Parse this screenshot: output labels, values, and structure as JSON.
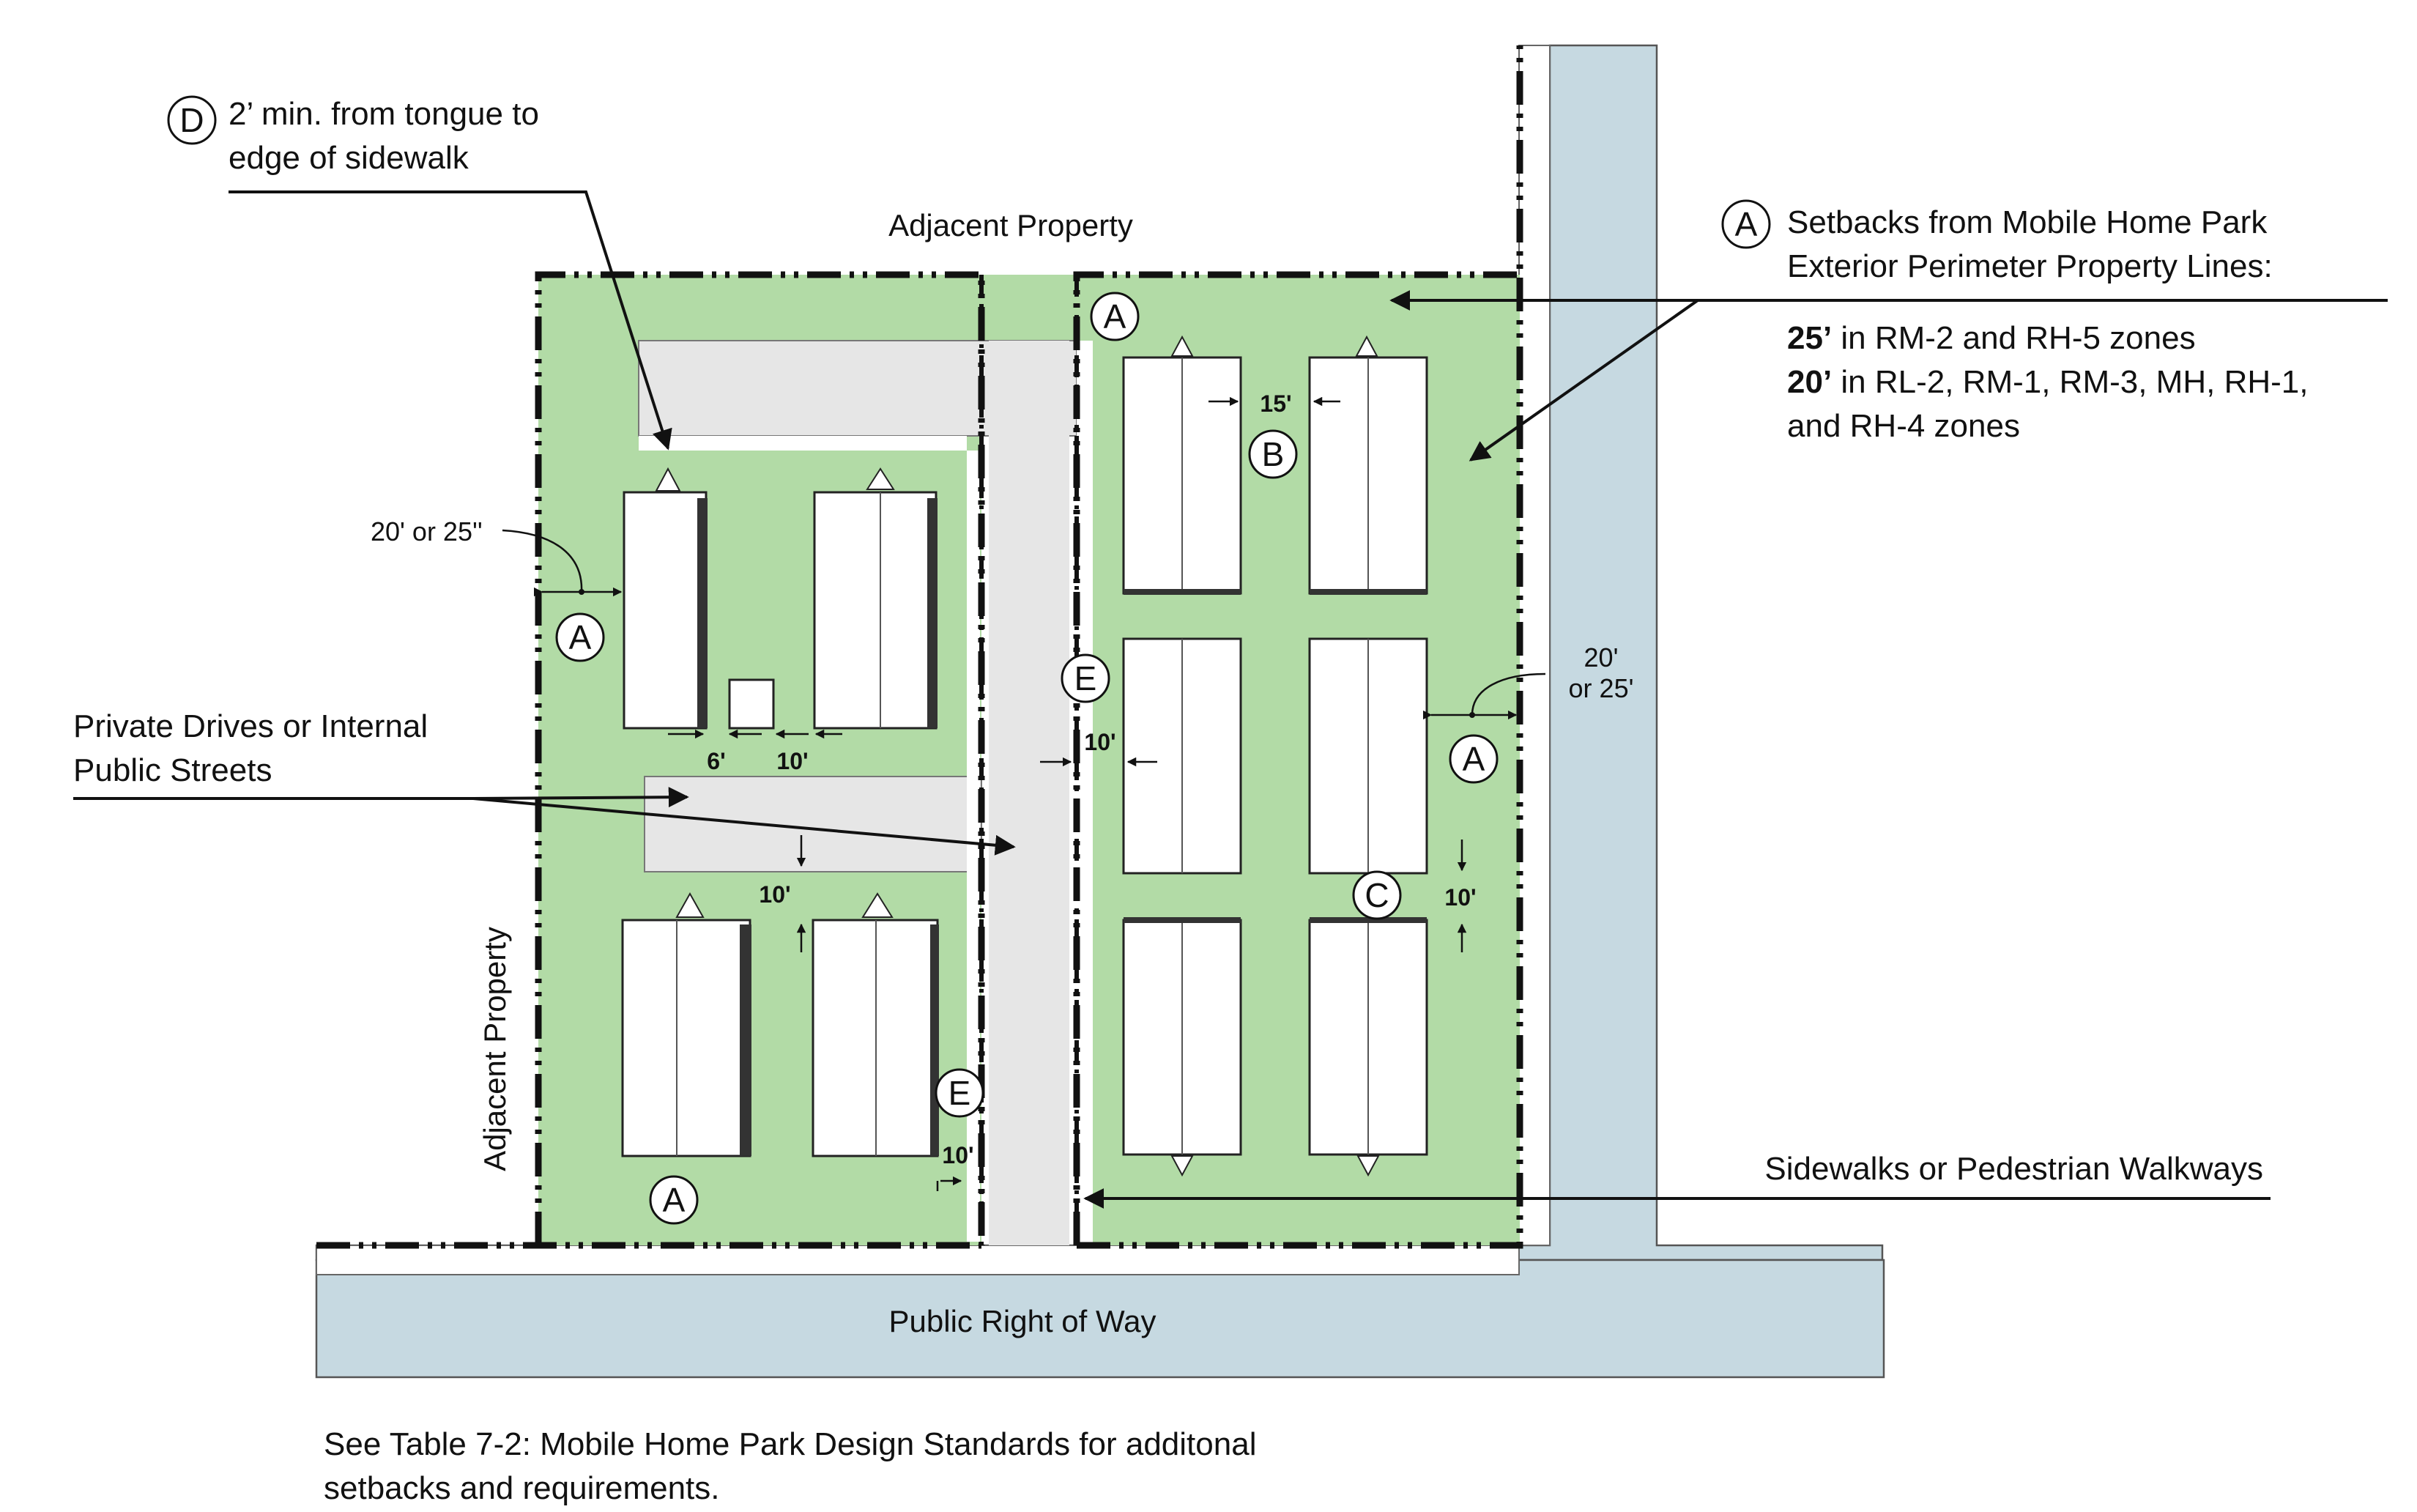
{
  "labels": {
    "adjacent_top": "Adjacent Property",
    "adjacent_left": "Adjacent Property",
    "public_row": "Public Right of Way",
    "footnote_line1": "See Table 7-2: Mobile Home Park Design Standards for additonal",
    "footnote_line2": "setbacks and requirements."
  },
  "callouts": {
    "d_line1": "2’ min. from tongue to",
    "d_line2": "edge of sidewalk",
    "a_line1": "Setbacks from Mobile Home Park",
    "a_line2": "Exterior Perimeter Property Lines:",
    "a_25_bold": "25’",
    "a_25_rest": " in RM-2 and RH-5 zones",
    "a_20_bold": "20’",
    "a_20_rest": " in RL-2, RM-1, RM-3, MH, RH-1,",
    "a_20_rest2": "and RH-4 zones",
    "drives_line1": "Private Drives or Internal",
    "drives_line2": "Public Streets",
    "sidewalks": "Sidewalks or Pedestrian Walkways"
  },
  "markers": {
    "a": "A",
    "b": "B",
    "c": "C",
    "d": "D",
    "e": "E"
  },
  "dimensions": {
    "left_setback_label": "20' or 25''",
    "right_setback_line1": "20'",
    "right_setback_line2": "or 25'",
    "d6": "6'",
    "d10": "10'",
    "d15": "15'"
  },
  "colors": {
    "lot_green": "#b2dba6",
    "drive_gray": "#e6e6e6",
    "row_blue": "#c6d9e1"
  }
}
